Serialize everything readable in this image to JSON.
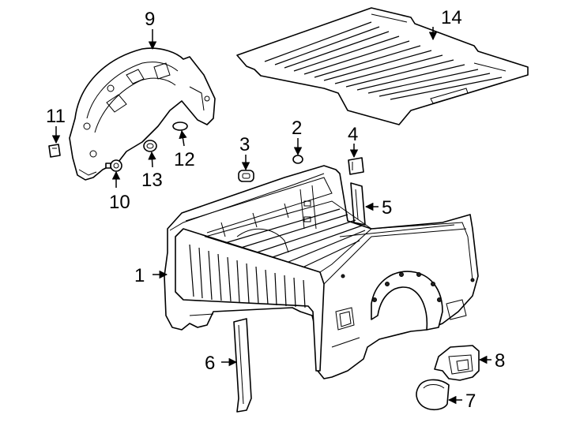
{
  "diagram": {
    "callouts": [
      {
        "id": "c1",
        "text": "1"
      },
      {
        "id": "c2",
        "text": "2"
      },
      {
        "id": "c3",
        "text": "3"
      },
      {
        "id": "c4",
        "text": "4"
      },
      {
        "id": "c5",
        "text": "5"
      },
      {
        "id": "c6",
        "text": "6"
      },
      {
        "id": "c7",
        "text": "7"
      },
      {
        "id": "c8",
        "text": "8"
      },
      {
        "id": "c9",
        "text": "9"
      },
      {
        "id": "c10",
        "text": "10"
      },
      {
        "id": "c11",
        "text": "11"
      },
      {
        "id": "c12",
        "text": "12"
      },
      {
        "id": "c13",
        "text": "13"
      },
      {
        "id": "c14",
        "text": "14"
      }
    ]
  }
}
